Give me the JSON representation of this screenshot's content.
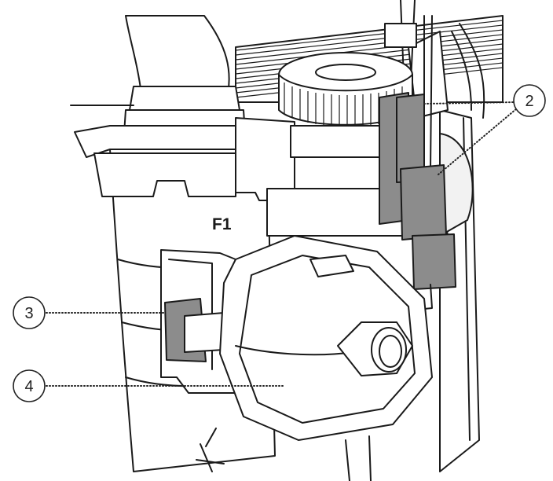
{
  "part_marking": "F1",
  "callouts": [
    {
      "label": "2"
    },
    {
      "label": "3"
    },
    {
      "label": "4"
    }
  ],
  "colors": {
    "line": "#1a1a1a",
    "electrode_fill": "#8c8c8c",
    "background": "#ffffff"
  }
}
